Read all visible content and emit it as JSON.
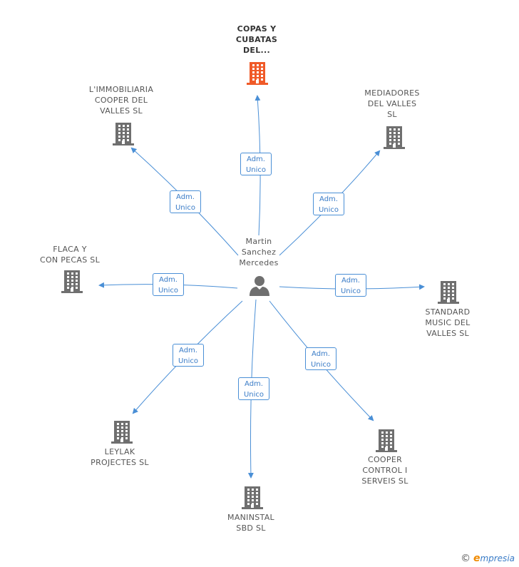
{
  "center": {
    "label_lines": [
      "Martin",
      "Sanchez",
      "Mercedes"
    ],
    "icon": "person-icon"
  },
  "companies": [
    {
      "id": "copas",
      "label": "COPAS Y\nCUBATAS\nDEL...",
      "highlight": true,
      "relation": [
        "Adm.",
        "Unico"
      ]
    },
    {
      "id": "mediadores",
      "label": "MEDIADORES\nDEL VALLES\nSL",
      "highlight": false,
      "relation": [
        "Adm.",
        "Unico"
      ]
    },
    {
      "id": "standard",
      "label": "STANDARD\nMUSIC DEL\nVALLES  SL",
      "highlight": false,
      "relation": [
        "Adm.",
        "Unico"
      ]
    },
    {
      "id": "cooper-control",
      "label": "COOPER\nCONTROL I\nSERVEIS  SL",
      "highlight": false,
      "relation": [
        "Adm.",
        "Unico"
      ]
    },
    {
      "id": "maninstal",
      "label": "MANINSTAL\nSBD  SL",
      "highlight": false,
      "relation": [
        "Adm.",
        "Unico"
      ]
    },
    {
      "id": "leylak",
      "label": "LEYLAK\nPROJECTES  SL",
      "highlight": false,
      "relation": [
        "Adm.",
        "Unico"
      ]
    },
    {
      "id": "flaca",
      "label": "FLACA Y\nCON PECAS  SL",
      "highlight": false,
      "relation": [
        "Adm.",
        "Unico"
      ]
    },
    {
      "id": "immobiliaria",
      "label": "L'IMMOBILIARIA\nCOOPER DEL\nVALLES  SL",
      "highlight": false,
      "relation": [
        "Adm.",
        "Unico"
      ]
    }
  ],
  "colors": {
    "edge": "#4a8fd6",
    "building": "#6f6f6f",
    "building_highlight": "#f05a28",
    "person": "#6f6f6f"
  },
  "watermark": {
    "copyright": "©",
    "e": "e",
    "brand": "mpresia"
  }
}
